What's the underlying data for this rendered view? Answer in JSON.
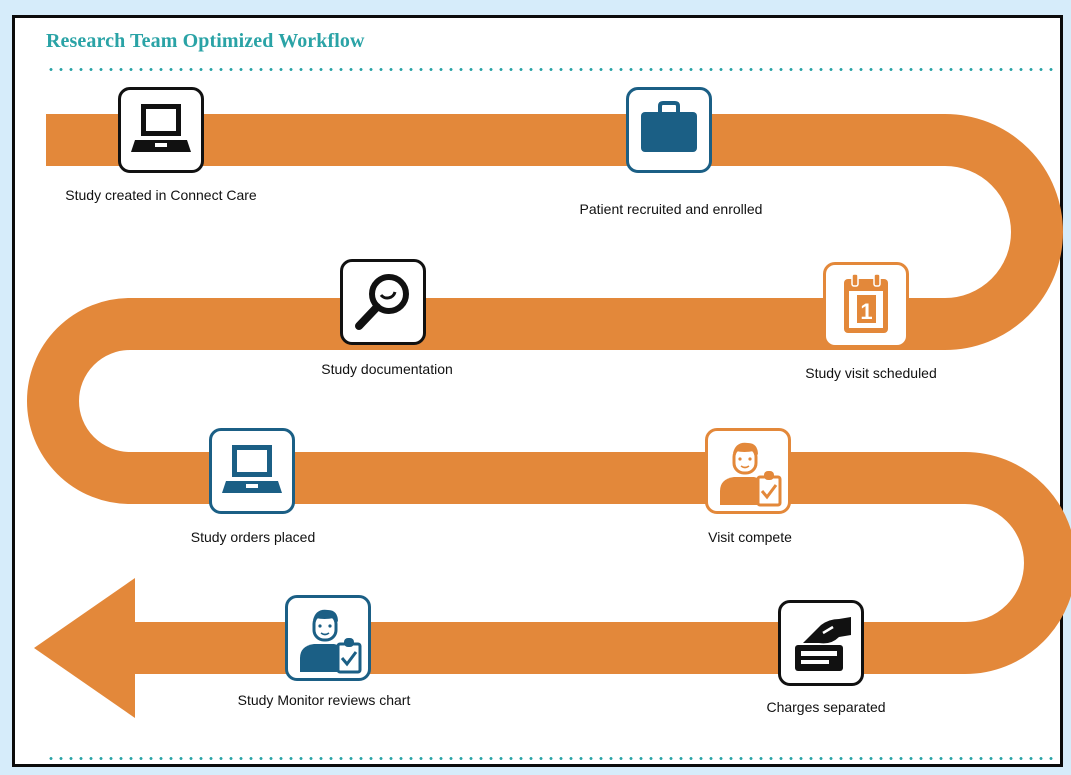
{
  "title": "Research Team Optimized Workflow",
  "colors": {
    "path": "#e3883a",
    "accent": "#2aa3a6",
    "blue": "#1b5f85",
    "black": "#111111",
    "background": "#d6ecfa"
  },
  "steps": [
    {
      "label": "Study created in Connect Care",
      "icon": "laptop-icon",
      "color": "black"
    },
    {
      "label": "Patient recruited and enrolled",
      "icon": "briefcase-icon",
      "color": "blue"
    },
    {
      "label": "Study visit scheduled",
      "icon": "calendar-icon",
      "color": "orange"
    },
    {
      "label": "Study documentation",
      "icon": "magnifier-icon",
      "color": "black"
    },
    {
      "label": "Study orders placed",
      "icon": "laptop-icon",
      "color": "blue"
    },
    {
      "label": "Visit compete",
      "icon": "person-clipboard-icon",
      "color": "orange"
    },
    {
      "label": "Charges separated",
      "icon": "card-hand-icon",
      "color": "black"
    },
    {
      "label": "Study Monitor reviews chart",
      "icon": "person-clipboard-icon",
      "color": "blue"
    }
  ]
}
